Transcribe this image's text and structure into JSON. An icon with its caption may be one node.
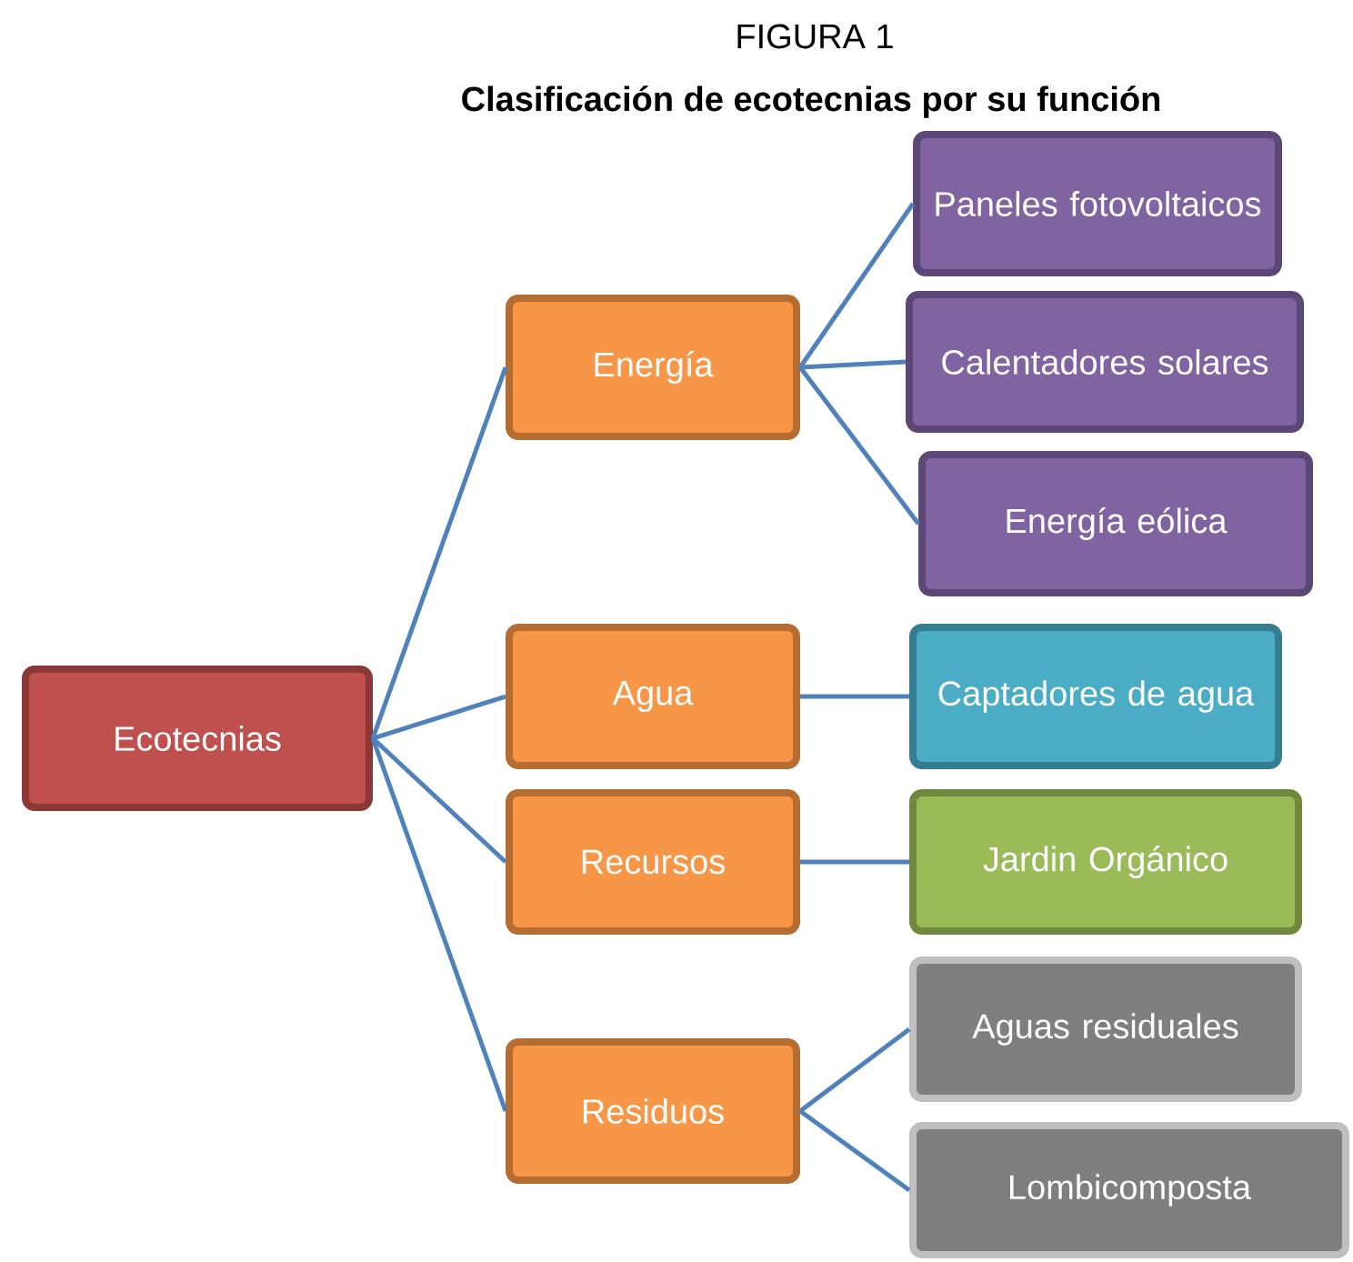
{
  "diagram": {
    "title": "Clasificación de ecotecnias por su función",
    "labels": [
      "FIGURA 1"
    ],
    "nodes": [
      {
        "text": [
          "Ecotecnias"
        ]
      },
      {
        "text": [
          "Energía"
        ]
      },
      {
        "text": [
          "Agua"
        ]
      },
      {
        "text": [
          "Recursos"
        ]
      },
      {
        "text": [
          "Residuos"
        ]
      },
      {
        "text": [
          "Paneles fotovoltaicos"
        ]
      },
      {
        "text": [
          "Calentadores solares"
        ]
      },
      {
        "text": [
          "Energía eólica"
        ]
      },
      {
        "text": [
          "Captadores de agua"
        ]
      },
      {
        "text": [
          "Jardin Orgánico"
        ]
      },
      {
        "text": [
          "Aguas residuales"
        ]
      },
      {
        "text": [
          "Lombicomposta"
        ]
      }
    ],
    "edges": [
      {
        "from": 0,
        "to": 1,
        "arrow": "none"
      },
      {
        "from": 0,
        "to": 2,
        "arrow": "none"
      },
      {
        "from": 0,
        "to": 3,
        "arrow": "none"
      },
      {
        "from": 0,
        "to": 4,
        "arrow": "none"
      },
      {
        "from": 1,
        "to": 5,
        "arrow": "none"
      },
      {
        "from": 1,
        "to": 6,
        "arrow": "none"
      },
      {
        "from": 1,
        "to": 7,
        "arrow": "none"
      },
      {
        "from": 2,
        "to": 8,
        "arrow": "none"
      },
      {
        "from": 3,
        "to": 9,
        "arrow": "none"
      },
      {
        "from": 4,
        "to": 10,
        "arrow": "none"
      },
      {
        "from": 4,
        "to": 11,
        "arrow": "none"
      }
    ]
  }
}
